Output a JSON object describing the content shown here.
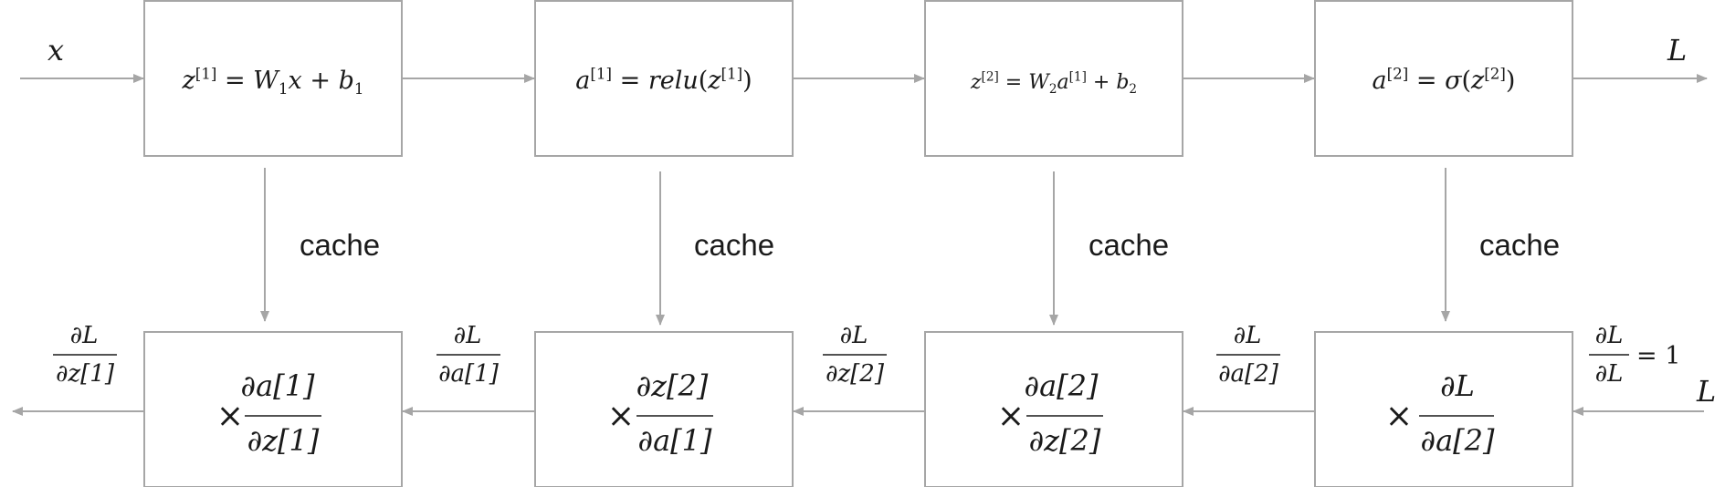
{
  "input_label": "x",
  "output_label": "L",
  "backward_input_label": "L",
  "forward_boxes": [
    {
      "id": "1",
      "parts": [
        {
          "t": "z",
          "s": "i"
        },
        {
          "t": "[1]",
          "s": "sup"
        },
        {
          "t": " = ",
          "s": "n"
        },
        {
          "t": "W",
          "s": "i"
        },
        {
          "t": "1",
          "s": "sub"
        },
        {
          "t": "x",
          "s": "i"
        },
        {
          "t": " + ",
          "s": "n"
        },
        {
          "t": "b",
          "s": "i"
        },
        {
          "t": "1",
          "s": "sub"
        }
      ]
    },
    {
      "id": "2",
      "parts": [
        {
          "t": "a",
          "s": "i"
        },
        {
          "t": "[1]",
          "s": "sup"
        },
        {
          "t": " = ",
          "s": "n"
        },
        {
          "t": "relu",
          "s": "i"
        },
        {
          "t": "(",
          "s": "n"
        },
        {
          "t": "z",
          "s": "i"
        },
        {
          "t": "[1]",
          "s": "sup"
        },
        {
          "t": ")",
          "s": "n"
        }
      ]
    },
    {
      "id": "3",
      "parts": [
        {
          "t": "z",
          "s": "i"
        },
        {
          "t": "[2]",
          "s": "sup"
        },
        {
          "t": " = ",
          "s": "n"
        },
        {
          "t": "W",
          "s": "i"
        },
        {
          "t": "2",
          "s": "sub"
        },
        {
          "t": "a",
          "s": "i"
        },
        {
          "t": "[1]",
          "s": "sup"
        },
        {
          "t": " + ",
          "s": "n"
        },
        {
          "t": "b",
          "s": "i"
        },
        {
          "t": "2",
          "s": "sub"
        }
      ]
    },
    {
      "id": "4",
      "parts": [
        {
          "t": "a",
          "s": "i"
        },
        {
          "t": "[2]",
          "s": "sup"
        },
        {
          "t": " = ",
          "s": "n"
        },
        {
          "t": "σ",
          "s": "i"
        },
        {
          "t": "(",
          "s": "n"
        },
        {
          "t": "z",
          "s": "i"
        },
        {
          "t": "[2]",
          "s": "sup"
        },
        {
          "t": ")",
          "s": "n"
        }
      ]
    }
  ],
  "cache_label": "cache",
  "backward_boxes": [
    {
      "id": "1",
      "times": "×",
      "num": "∂a[1]",
      "den": "∂z[1]"
    },
    {
      "id": "2",
      "times": "×",
      "num": "∂z[2]",
      "den": "∂a[1]"
    },
    {
      "id": "3",
      "times": "×",
      "num": "∂a[2]",
      "den": "∂z[2]"
    },
    {
      "id": "4",
      "times": "×",
      "num": "∂L",
      "den": "∂a[2]"
    }
  ],
  "gradient_labels": [
    {
      "id": "out",
      "num": "∂L",
      "den": "∂z[1]",
      "suffix": ""
    },
    {
      "id": "1",
      "num": "∂L",
      "den": "∂a[1]",
      "suffix": ""
    },
    {
      "id": "2",
      "num": "∂L",
      "den": "∂z[2]",
      "suffix": ""
    },
    {
      "id": "3",
      "num": "∂L",
      "den": "∂a[2]",
      "suffix": ""
    },
    {
      "id": "in",
      "num": "∂L",
      "den": "∂L",
      "suffix": "= 1"
    }
  ]
}
